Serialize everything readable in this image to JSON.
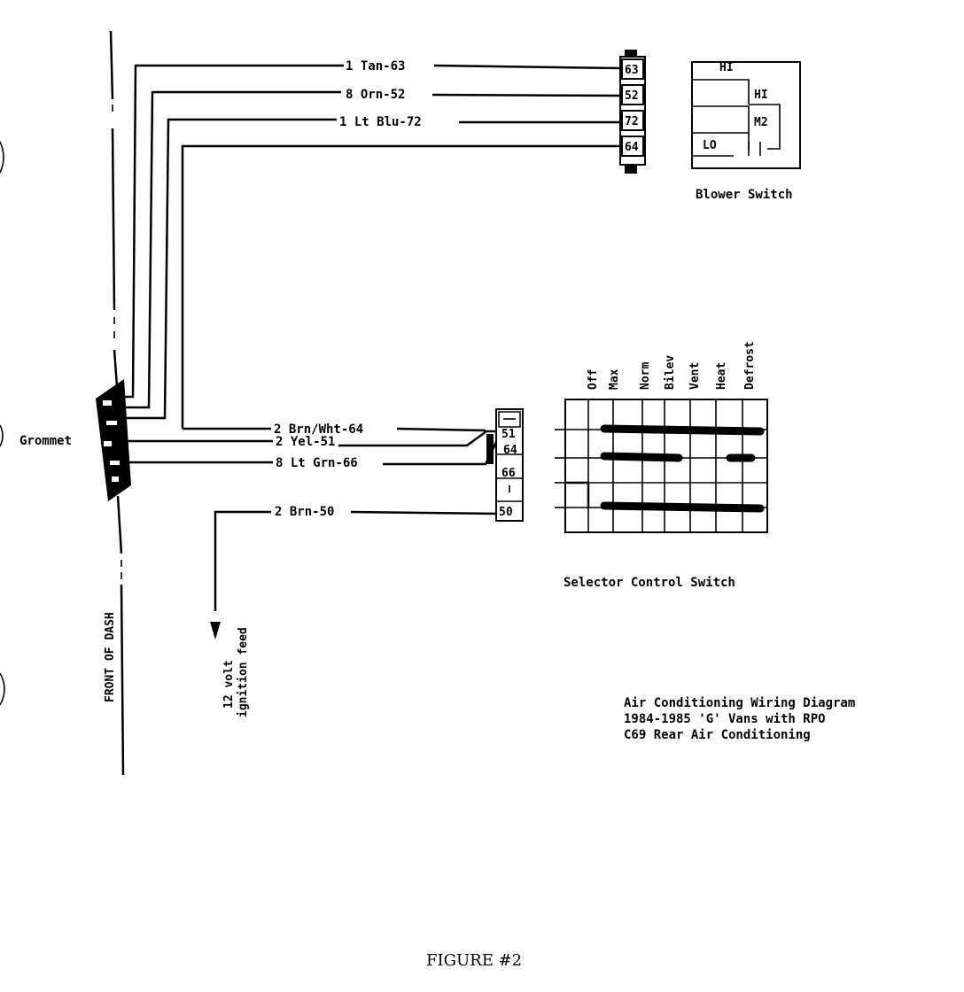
{
  "wires": [
    {
      "text": "1 Tan-63"
    },
    {
      "text": "8 Orn-52"
    },
    {
      "text": "1 Lt Blu-72"
    },
    {
      "text": "2 Brn/Wht-64"
    },
    {
      "text": "2 Yel-51"
    },
    {
      "text": "8 Lt Grn-66"
    },
    {
      "text": "2 Brn-50"
    }
  ],
  "blower_connector": {
    "pins": [
      "63",
      "52",
      "72",
      "64"
    ]
  },
  "blower_switch": {
    "title": "Blower Switch",
    "positions": [
      "HI",
      "HI",
      "M2",
      "LO"
    ]
  },
  "selector_connector": {
    "pins": [
      "51",
      "64",
      "66",
      "50"
    ]
  },
  "selector_switch": {
    "title": "Selector Control Switch",
    "modes": [
      "Off",
      "Max",
      "Norm",
      "Bilev",
      "Vent",
      "Heat",
      "Defrost"
    ]
  },
  "grommet_label": "Grommet",
  "dash_label": "FRONT OF DASH",
  "ignition_label": [
    "12 volt",
    "ignition feed"
  ],
  "caption": [
    "Air Conditioning Wiring Diagram",
    "1984-1985 'G' Vans with RPO",
    "C69 Rear Air Conditioning"
  ],
  "figure_label": "FIGURE #2"
}
